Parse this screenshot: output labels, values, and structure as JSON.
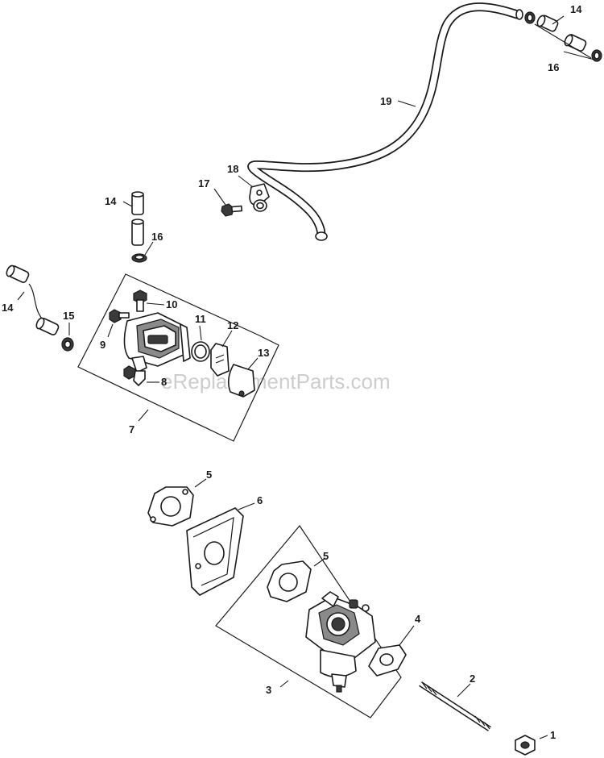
{
  "watermark": "eReplacementParts.com",
  "callouts": {
    "c1": "1",
    "c2": "2",
    "c3": "3",
    "c4": "4",
    "c5a": "5",
    "c5b": "5",
    "c6": "6",
    "c7": "7",
    "c8": "8",
    "c9": "9",
    "c10": "10",
    "c11": "11",
    "c12": "12",
    "c13": "13",
    "c14a": "14",
    "c14b": "14",
    "c14c": "14",
    "c15": "15",
    "c16a": "16",
    "c16b": "16",
    "c17": "17",
    "c18": "18",
    "c19": "19"
  }
}
